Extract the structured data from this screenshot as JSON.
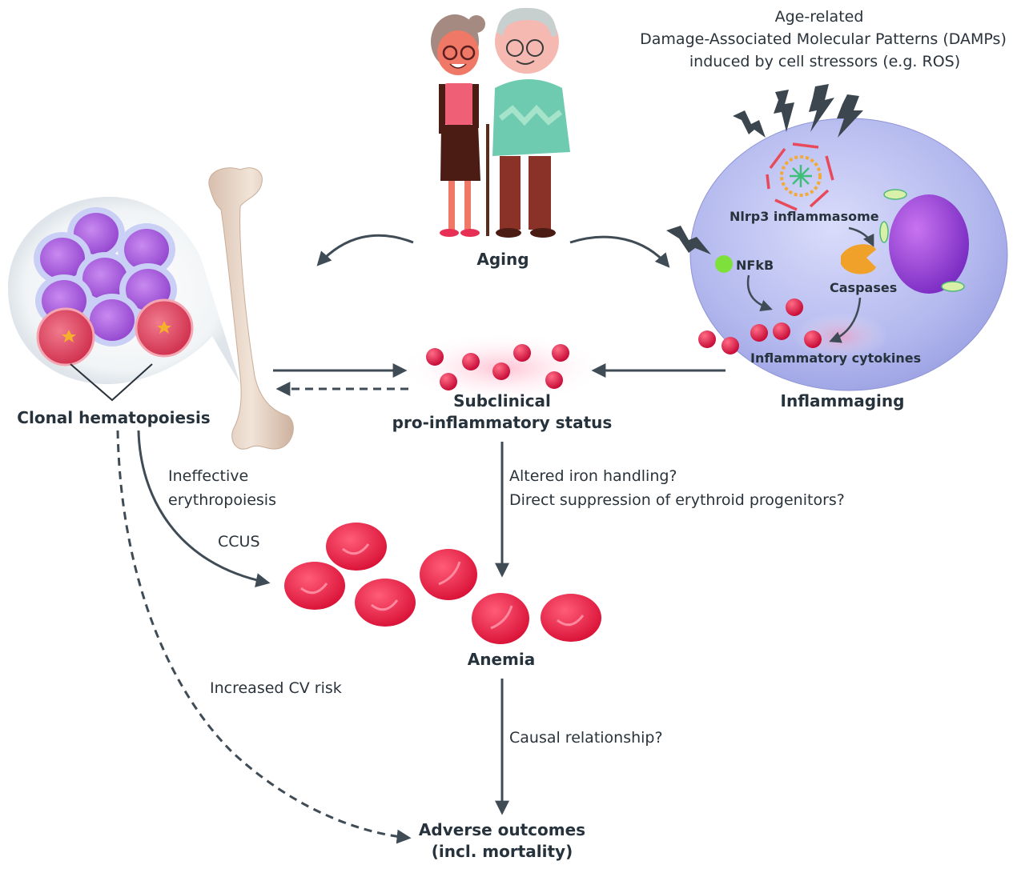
{
  "title_block": {
    "line1": "Age-related",
    "line2": "Damage-Associated Molecular Patterns (DAMPs)",
    "line3": "induced by cell stressors (e.g. ROS)"
  },
  "nodes": {
    "aging": "Aging",
    "inflammaging": "Inflammaging",
    "clonal_hematopoiesis": "Clonal hematopoiesis",
    "subclinical_line1": "Subclinical",
    "subclinical_line2": "pro-inflammatory status",
    "anemia": "Anemia",
    "adverse_line1": "Adverse outcomes",
    "adverse_line2": "(incl. mortality)"
  },
  "cell_labels": {
    "nlrp3": "Nlrp3 inflammasome",
    "nfkb": "NFkB",
    "caspases": "Caspases",
    "cytokines": "Inflammatory cytokines"
  },
  "edge_labels": {
    "ineffective_line1": "Ineffective",
    "ineffective_line2": "erythropoiesis",
    "ccus": "CCUS",
    "iron": "Altered iron handling?",
    "suppression": "Direct suppression of erythroid progenitors?",
    "cv_risk": "Increased CV risk",
    "causal": "Causal relationship?"
  },
  "colors": {
    "arrow": "#3f4b55",
    "cell_body": "#b9bff0",
    "nucleus": "#9a3fd6",
    "rbc": "#e8163f",
    "cytokine": "#d8123f",
    "nfkb": "#7ee03a",
    "caspase": "#f0a12a",
    "bone": "#e6d2c2",
    "stem_cell": "#a45ed9",
    "mutant_cell": "#e0465f"
  }
}
